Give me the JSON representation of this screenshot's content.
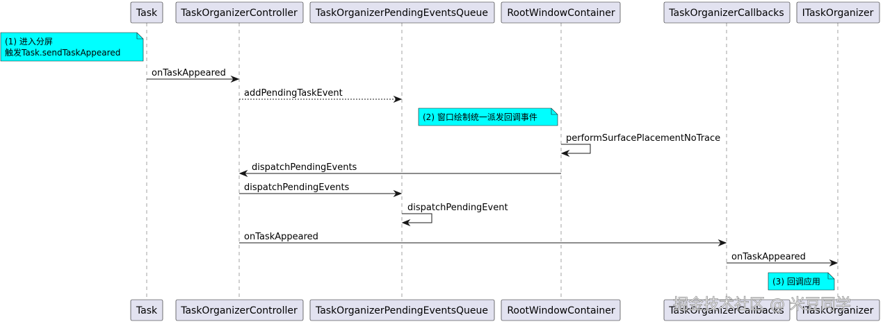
{
  "participants": [
    {
      "id": "task",
      "label": "Task"
    },
    {
      "id": "toc",
      "label": "TaskOrganizerController"
    },
    {
      "id": "queue",
      "label": "TaskOrganizerPendingEventsQueue"
    },
    {
      "id": "rwc",
      "label": "RootWindowContainer"
    },
    {
      "id": "callbacks",
      "label": "TaskOrganizerCallbacks"
    },
    {
      "id": "ito",
      "label": "ITaskOrganizer"
    }
  ],
  "notes": [
    {
      "id": "note1",
      "lines": [
        "(1) 进入分屏",
        "触发Task.sendTaskAppeared"
      ]
    },
    {
      "id": "note2",
      "lines": [
        "(2) 窗口绘制统一派发回调事件"
      ]
    },
    {
      "id": "note3",
      "lines": [
        "(3) 回调应用"
      ]
    }
  ],
  "messages": [
    {
      "id": "m1",
      "from": "task",
      "to": "toc",
      "label": "onTaskAppeared",
      "style": "solid"
    },
    {
      "id": "m2",
      "from": "toc",
      "to": "queue",
      "label": "addPendingTaskEvent",
      "style": "dashed"
    },
    {
      "id": "m3",
      "from": "rwc",
      "to": "rwc",
      "label": "performSurfacePlacementNoTrace",
      "style": "self"
    },
    {
      "id": "m4",
      "from": "rwc",
      "to": "toc",
      "label": "dispatchPendingEvents",
      "style": "solid"
    },
    {
      "id": "m5",
      "from": "toc",
      "to": "queue",
      "label": "dispatchPendingEvents",
      "style": "solid"
    },
    {
      "id": "m6",
      "from": "queue",
      "to": "queue",
      "label": "dispatchPendingEvent",
      "style": "self"
    },
    {
      "id": "m7",
      "from": "toc",
      "to": "callbacks",
      "label": "onTaskAppeared",
      "style": "solid"
    },
    {
      "id": "m8",
      "from": "callbacks",
      "to": "ito",
      "label": "onTaskAppeared",
      "style": "solid"
    }
  ],
  "watermark": "掘金技术社区 @ 米豆同学",
  "colors": {
    "participant_fill": "#e2e2f0",
    "note_fill": "#00ffff",
    "line": "#181818",
    "lifeline": "#a0a0a0"
  }
}
